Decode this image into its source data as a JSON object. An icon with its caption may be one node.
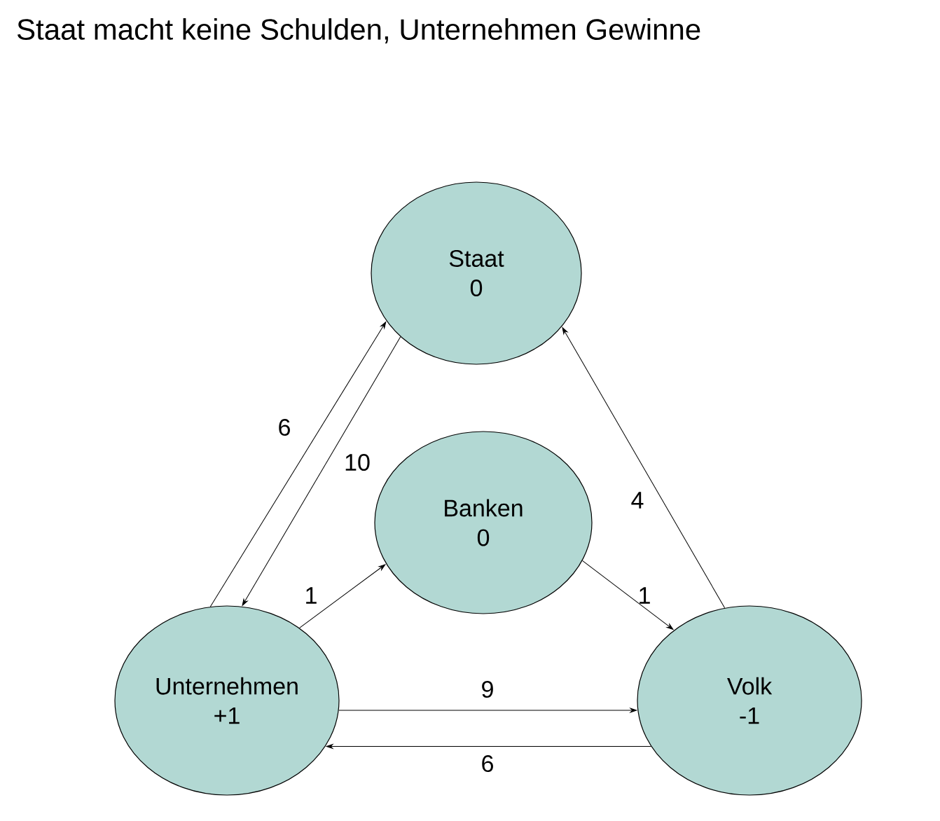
{
  "diagram": {
    "title": "Staat macht keine Schulden, Unternehmen Gewinne",
    "nodes": [
      {
        "text": [
          "Staat",
          "0"
        ]
      },
      {
        "text": [
          "Banken",
          "0"
        ]
      },
      {
        "text": [
          "Unternehmen",
          "+1"
        ]
      },
      {
        "text": [
          "Volk",
          "-1"
        ]
      }
    ],
    "edges": [
      {
        "from": 2,
        "to": 0,
        "arrow": "to",
        "label": "6"
      },
      {
        "from": 0,
        "to": 2,
        "arrow": "to",
        "label": "10"
      },
      {
        "from": 2,
        "to": 1,
        "arrow": "to",
        "label": "1"
      },
      {
        "from": 1,
        "to": 3,
        "arrow": "to",
        "label": "1"
      },
      {
        "from": 3,
        "to": 0,
        "arrow": "to",
        "label": "4"
      },
      {
        "from": 2,
        "to": 3,
        "arrow": "to",
        "label": "9"
      },
      {
        "from": 3,
        "to": 2,
        "arrow": "to",
        "label": "6"
      }
    ]
  }
}
